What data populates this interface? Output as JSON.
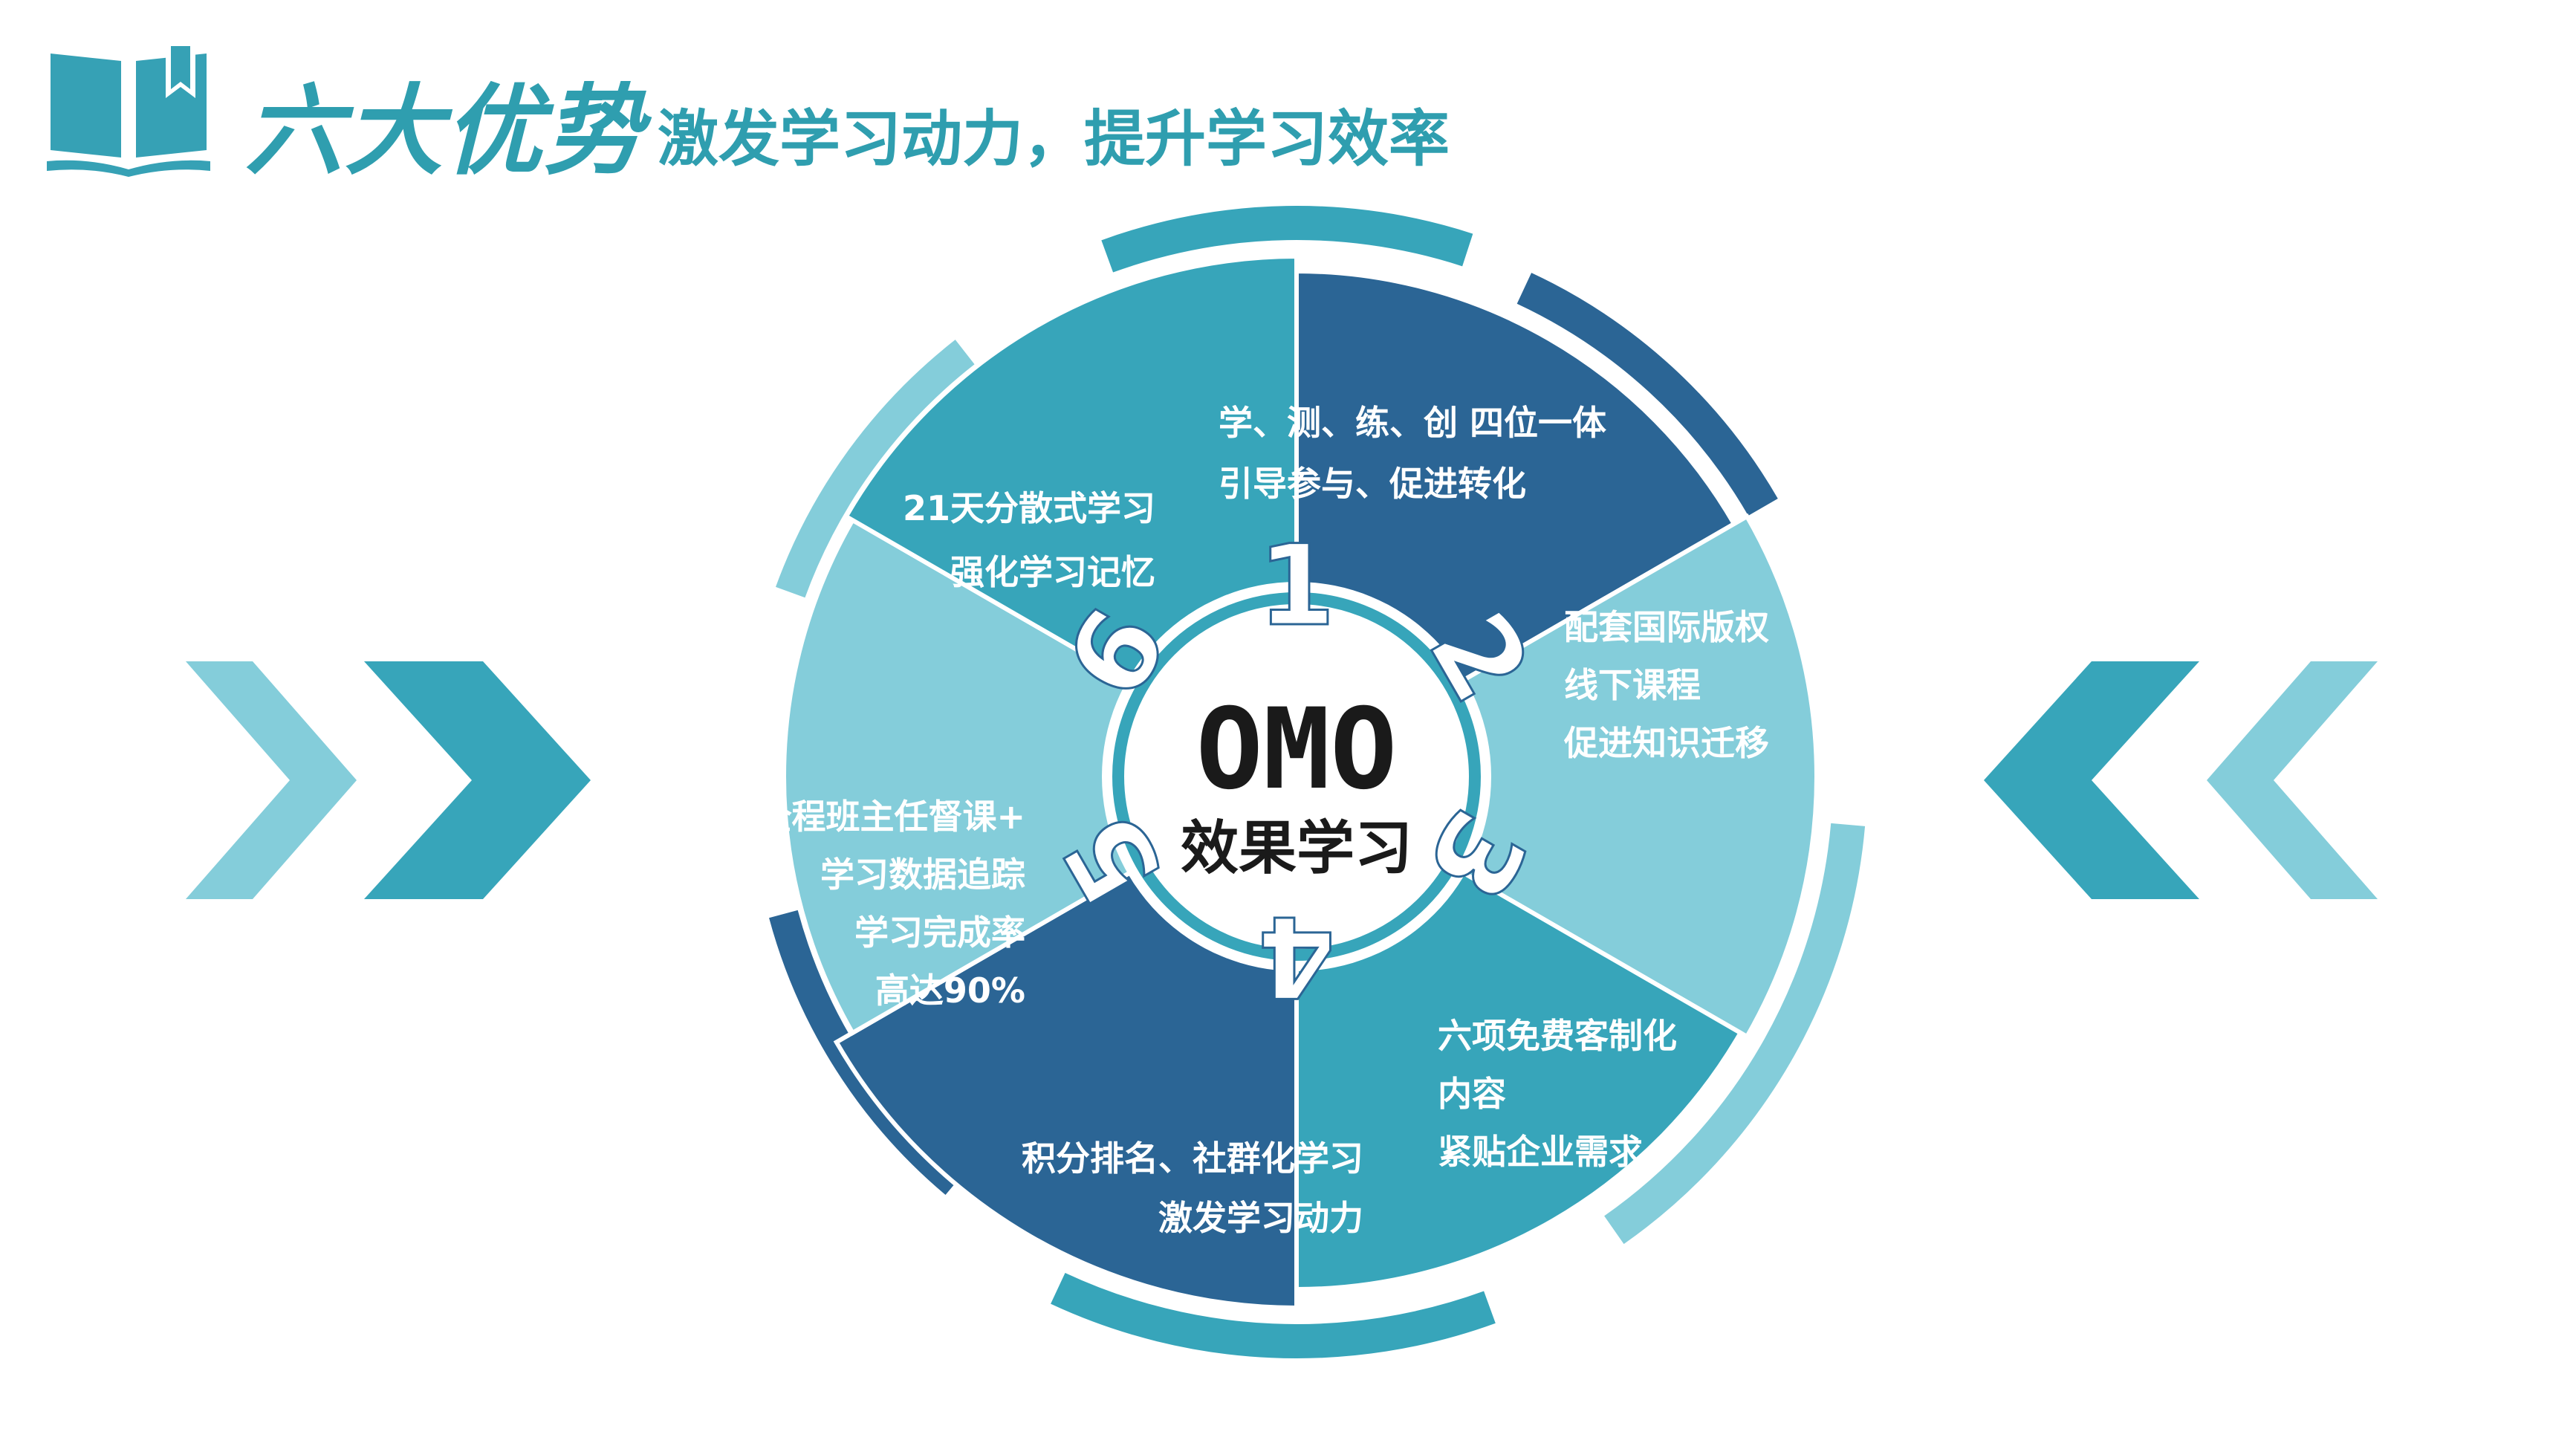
{
  "header": {
    "icon": "open-book-bookmark-icon",
    "title": "六大优势",
    "subtitle": "激发学习动力，提升学习效率"
  },
  "center": {
    "title": "OMO",
    "subtitle": "效果学习"
  },
  "segments": [
    {
      "number": "1",
      "lines": [
        "学、测、练、创 四位一体",
        "引导参与、促进转化"
      ],
      "color": "#2b6595"
    },
    {
      "number": "2",
      "lines": [
        "配套国际版权",
        "线下课程",
        "促进知识迁移"
      ],
      "color": "#84cdda"
    },
    {
      "number": "3",
      "lines": [
        "六项免费客制化",
        "内容",
        "紧贴企业需求"
      ],
      "color": "#37a5ba"
    },
    {
      "number": "4",
      "lines": [
        "积分排名、社群化学习",
        "激发学习动力"
      ],
      "color": "#2b6595"
    },
    {
      "number": "5",
      "lines": [
        "全程班主任督课+",
        "学习数据追踪",
        "学习完成率",
        "高达90%"
      ],
      "color": "#84cdda"
    },
    {
      "number": "6",
      "lines": [
        "21天分散式学习",
        "强化学习记忆"
      ],
      "color": "#37a5ba"
    }
  ],
  "decorations": {
    "left_chevrons": "chevron-right-icon",
    "right_chevrons": "chevron-left-icon",
    "colors": {
      "dark": "#2b6595",
      "mid": "#37a5ba",
      "light": "#84cdda",
      "teal_title": "#2f9eaf"
    }
  }
}
